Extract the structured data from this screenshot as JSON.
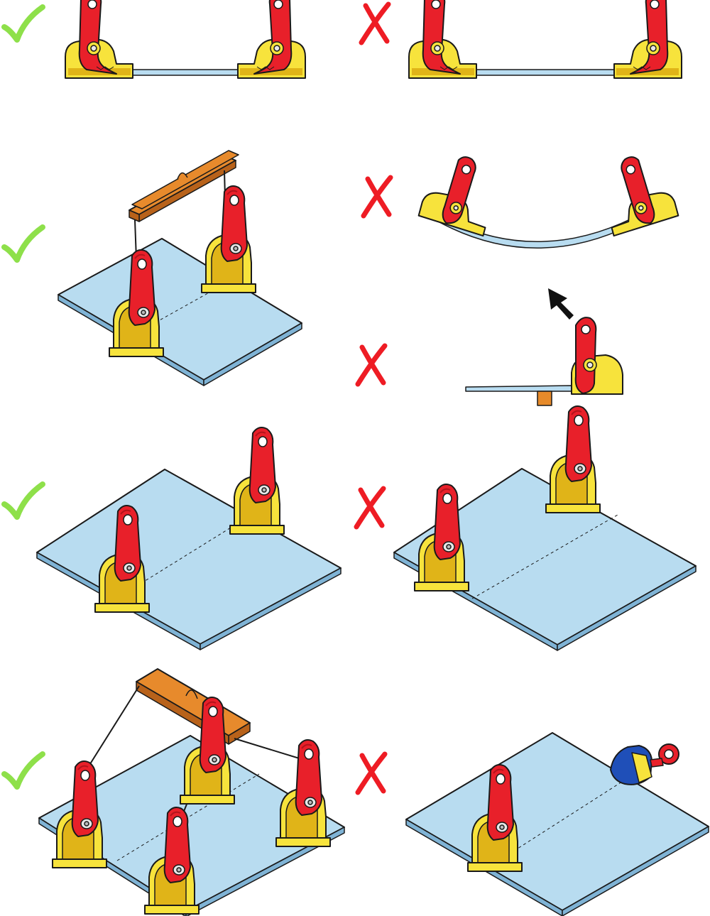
{
  "colors": {
    "plate": "#b8dcf0",
    "plate_edge": "#7fb3d5",
    "clamp_body": "#f7e33c",
    "clamp_body_dark": "#e0b418",
    "cam": "#e8202a",
    "cam_dark": "#b3141c",
    "beam": "#e78a2c",
    "beam_dark": "#b8621a",
    "correct_mark": "#8ee04a",
    "wrong_mark": "#ee1c24",
    "arrow": "#111111",
    "support": "#e68a2a",
    "pin": "#e8e8e8",
    "blue_clamp": "#1f4fb8"
  },
  "icons": {
    "correct": "check-mark-icon",
    "wrong": "cross-mark-icon",
    "direction": "arrow-up-left-icon"
  },
  "rows": [
    {
      "left": "correct",
      "right": "wrong"
    },
    {
      "left": "correct",
      "right": "wrong"
    },
    {
      "left": null,
      "right": "wrong"
    },
    {
      "left": "correct",
      "right": "wrong"
    },
    {
      "left": "correct",
      "right": "wrong"
    }
  ]
}
